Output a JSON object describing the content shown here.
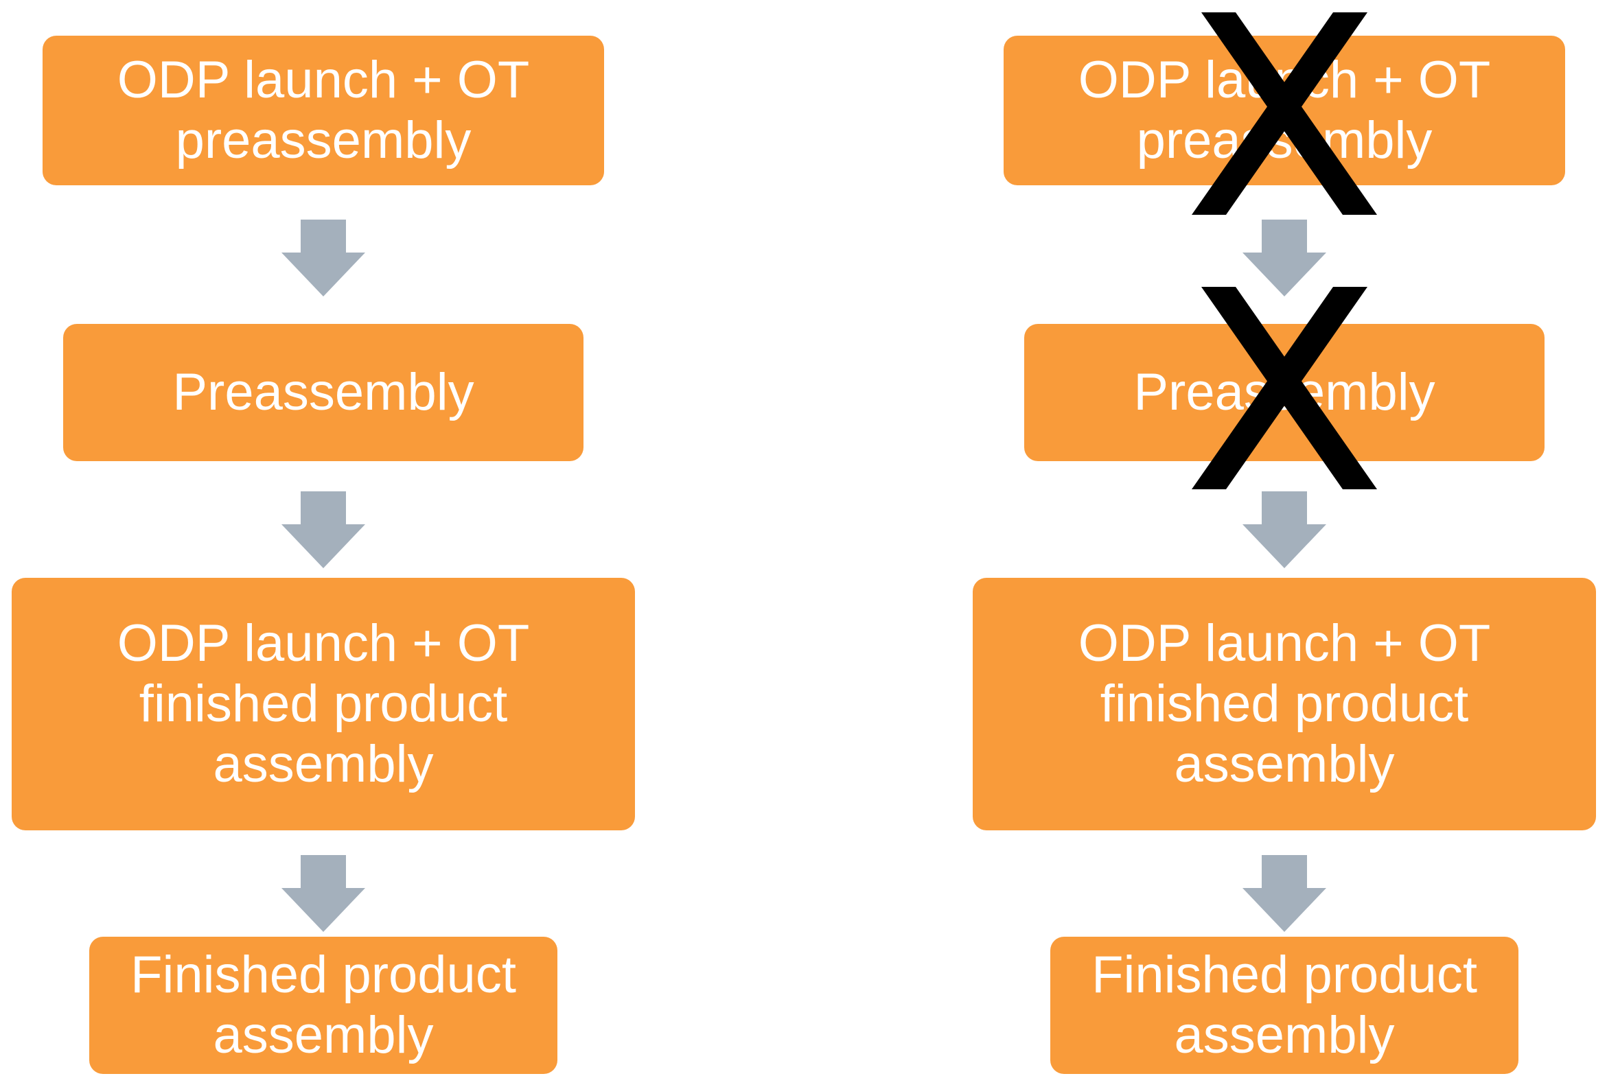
{
  "colors": {
    "box_fill": "#F99B3A",
    "box_text": "#FFFFFF",
    "arrow_fill": "#A4B0BC",
    "cross": "#000000"
  },
  "flows": [
    {
      "steps": [
        {
          "label": "ODP launch + OT\npreassembly",
          "crossed_out": false
        },
        {
          "label": "Preassembly",
          "crossed_out": false
        },
        {
          "label": "ODP launch + OT\nfinished product\nassembly",
          "crossed_out": false
        },
        {
          "label": "Finished product\nassembly",
          "crossed_out": false
        }
      ]
    },
    {
      "steps": [
        {
          "label": "ODP launch + OT\npreassembly",
          "crossed_out": true
        },
        {
          "label": "Preassembly",
          "crossed_out": true
        },
        {
          "label": "ODP launch + OT\nfinished product\nassembly",
          "crossed_out": false
        },
        {
          "label": "Finished product\nassembly",
          "crossed_out": false
        }
      ]
    }
  ],
  "icons": {
    "arrow": "down-arrow-icon",
    "cross": "cross-mark-icon"
  }
}
